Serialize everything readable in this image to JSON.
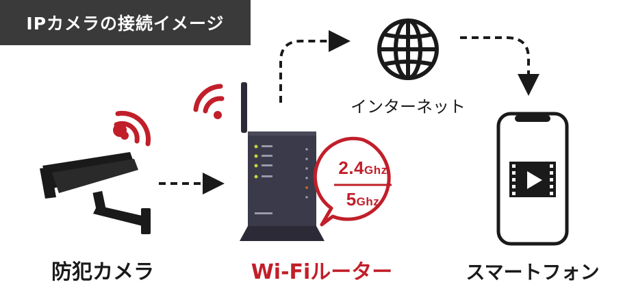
{
  "title": "IPカメラの接続イメージ",
  "nodes": {
    "camera": "防犯カメラ",
    "router": "Wi-Fiルーター",
    "internet": "インターネット",
    "phone": "スマートフォン"
  },
  "router_bands": {
    "band1_value": "2.4",
    "band1_unit": "Ghz",
    "band2_value": "5",
    "band2_unit": "Ghz"
  },
  "colors": {
    "accent_red": "#c11f2a",
    "dark": "#1a1a1a",
    "router_body": "#3b3a4a",
    "title_bg": "#3a3a3a"
  },
  "icons": [
    "security-camera-icon",
    "wifi-signal-icon",
    "router-icon",
    "globe-icon",
    "smartphone-icon",
    "video-play-icon"
  ]
}
